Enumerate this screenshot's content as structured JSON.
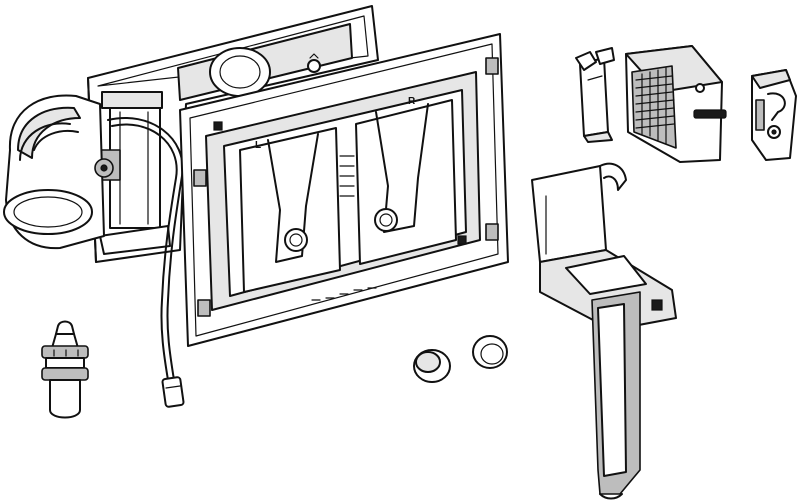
{
  "illustration": {
    "frame_labels": {
      "left": "L",
      "right": "R"
    },
    "colors": {
      "line": "#111111",
      "background": "#ffffff",
      "shade_light": "#e6e6e6",
      "shade_mid": "#bdbdbd",
      "shade_dark": "#1a1a1a"
    },
    "parts": [
      "cistern-valve-housing",
      "rear-mounting-frame",
      "front-actuator-frame",
      "actuator-cable",
      "tube-clip",
      "cartridge-module",
      "side-bracket",
      "mounting-holder",
      "valve-nozzle",
      "cap-left",
      "cap-right"
    ]
  }
}
